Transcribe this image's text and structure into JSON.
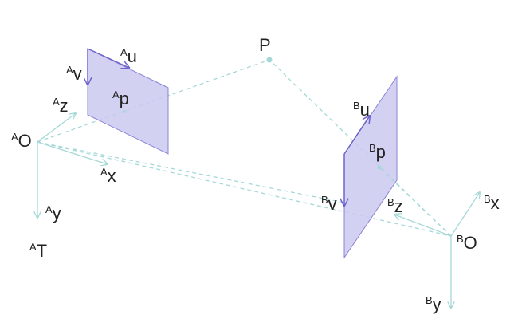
{
  "colors": {
    "axis": "#a6d8d8",
    "ray": "#a6d8d8",
    "plane_fill": "#cbc9f0",
    "plane_edge": "#8b84d6",
    "image_axis": "#6f63cc",
    "point": "#a6d8d8",
    "text": "#222222"
  },
  "point_P": {
    "name": "P"
  },
  "camera_A": {
    "prefix": "A",
    "origin": "O",
    "x_axis": "x",
    "y_axis": "y",
    "z_axis": "z",
    "transform": "T",
    "u_axis": "u",
    "v_axis": "v",
    "image_point": "p"
  },
  "camera_B": {
    "prefix": "B",
    "origin": "O",
    "x_axis": "x",
    "y_axis": "y",
    "z_axis": "z",
    "u_axis": "u",
    "v_axis": "v",
    "image_point": "p"
  }
}
